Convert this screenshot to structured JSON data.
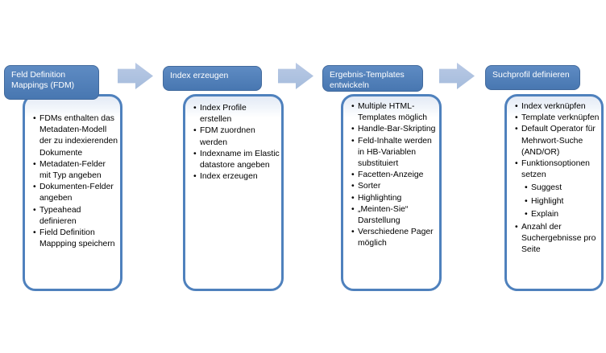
{
  "colors": {
    "accent": "#4f81bd",
    "accent_dark": "#41699c",
    "header_grad_top": "#5e8bc3",
    "header_grad_bottom": "#4877b1",
    "arrow_fill_top": "#b9c9e5",
    "arrow_fill_bottom": "#a5bcdc",
    "band": "#e3eaf5",
    "header_text": "#ffffff",
    "body_text": "#000000",
    "page_bg": "#ffffff"
  },
  "icons": {
    "flow_arrow": "right-block-arrow"
  },
  "groups": [
    {
      "header": "Feld Definition Mappings (FDM)",
      "items": [
        {
          "text": "FDMs enthalten das Metadaten-Modell der zu indexierenden Dokumente"
        },
        {
          "text": "Metadaten-Felder mit Typ angeben"
        },
        {
          "text": "Dokumenten-Felder angeben"
        },
        {
          "text": "Typeahead definieren"
        },
        {
          "text": "Field Definition Mappping speichern"
        }
      ]
    },
    {
      "header": "Index erzeugen",
      "items": [
        {
          "text": "Index Profile erstellen"
        },
        {
          "text": "FDM zuordnen werden"
        },
        {
          "text": "Indexname im Elastic datastore angeben"
        },
        {
          "text": "Index erzeugen"
        }
      ]
    },
    {
      "header": "Ergebnis-Templates entwickeln",
      "items": [
        {
          "text": "Multiple HTML-Templates möglich"
        },
        {
          "text": "Handle-Bar-Skripting"
        },
        {
          "text": "Feld-Inhalte werden in HB-Variablen substituiert"
        },
        {
          "text": "Facetten-Anzeige"
        },
        {
          "text": "Sorter"
        },
        {
          "text": "Highlighting"
        },
        {
          "text": "„Meinten-Sie“ Darstellung"
        },
        {
          "text": "Verschiedene Pager möglich"
        }
      ]
    },
    {
      "header": "Suchprofil definieren",
      "items": [
        {
          "text": "Index verknüpfen"
        },
        {
          "text": "Template verknüpfen"
        },
        {
          "text": "Default Operator für Mehrwort-Suche (AND/OR)"
        },
        {
          "text": "Funktionsoptionen setzen"
        },
        {
          "text": "Suggest",
          "sub": true
        },
        {
          "text": "Highlight",
          "sub": true
        },
        {
          "text": "Explain",
          "sub": true
        },
        {
          "text": "Anzahl der Suchergebnisse pro Seite"
        }
      ]
    }
  ]
}
